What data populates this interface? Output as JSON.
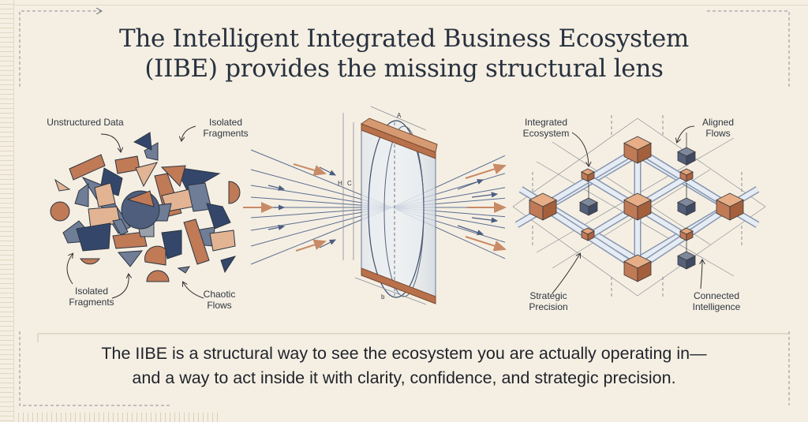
{
  "title": {
    "line1": "The Intelligent Integrated Business Ecosystem",
    "line2": "(IIBE) provides the missing structural lens"
  },
  "left_panel": {
    "labels": [
      "Unstructured Data",
      "Isolated Fragments",
      "Isolated Fragments",
      "Chaotic Flows"
    ]
  },
  "lens_panel": {
    "dimension_labels": [
      "A",
      "H",
      "C",
      "b"
    ]
  },
  "right_panel": {
    "labels": [
      "Integrated Ecosystem",
      "Aligned Flows",
      "Strategic Precision",
      "Connected Intelligence"
    ]
  },
  "summary": {
    "line1": "The IIBE is a structural way to see the ecosystem you are actually operating in—",
    "line2": "and a way to act inside it with clarity, confidence, and strategic precision."
  },
  "colors": {
    "background": "#f5efe3",
    "copper": "#c07a56",
    "navy": "#34476a",
    "slate": "#6f7d96",
    "peach": "#e2b493",
    "text": "#28313f"
  }
}
